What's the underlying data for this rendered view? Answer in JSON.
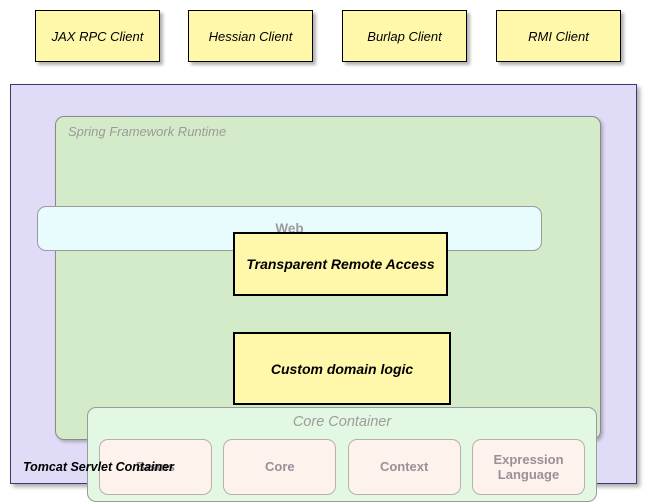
{
  "clients": {
    "items": [
      {
        "label": "JAX RPC Client"
      },
      {
        "label": "Hessian Client"
      },
      {
        "label": "Burlap Client"
      },
      {
        "label": "RMI Client"
      }
    ]
  },
  "tomcat": {
    "label": "Tomcat Servlet Container",
    "color": "#e0dcf8"
  },
  "spring_runtime": {
    "label": "Spring Framework Runtime",
    "color": "#d4ebc9"
  },
  "web_band": {
    "label": "Web",
    "color": "#e8fbfd"
  },
  "emphasis": {
    "remote_access": "Transparent Remote Access",
    "domain_logic": "Custom domain logic",
    "color": "#fff8ab"
  },
  "core_container": {
    "label": "Core Container",
    "color": "#e3f8e3",
    "modules": [
      {
        "label": "Beans"
      },
      {
        "label": "Core"
      },
      {
        "label": "Context"
      },
      {
        "label": "Expression Language"
      }
    ]
  }
}
